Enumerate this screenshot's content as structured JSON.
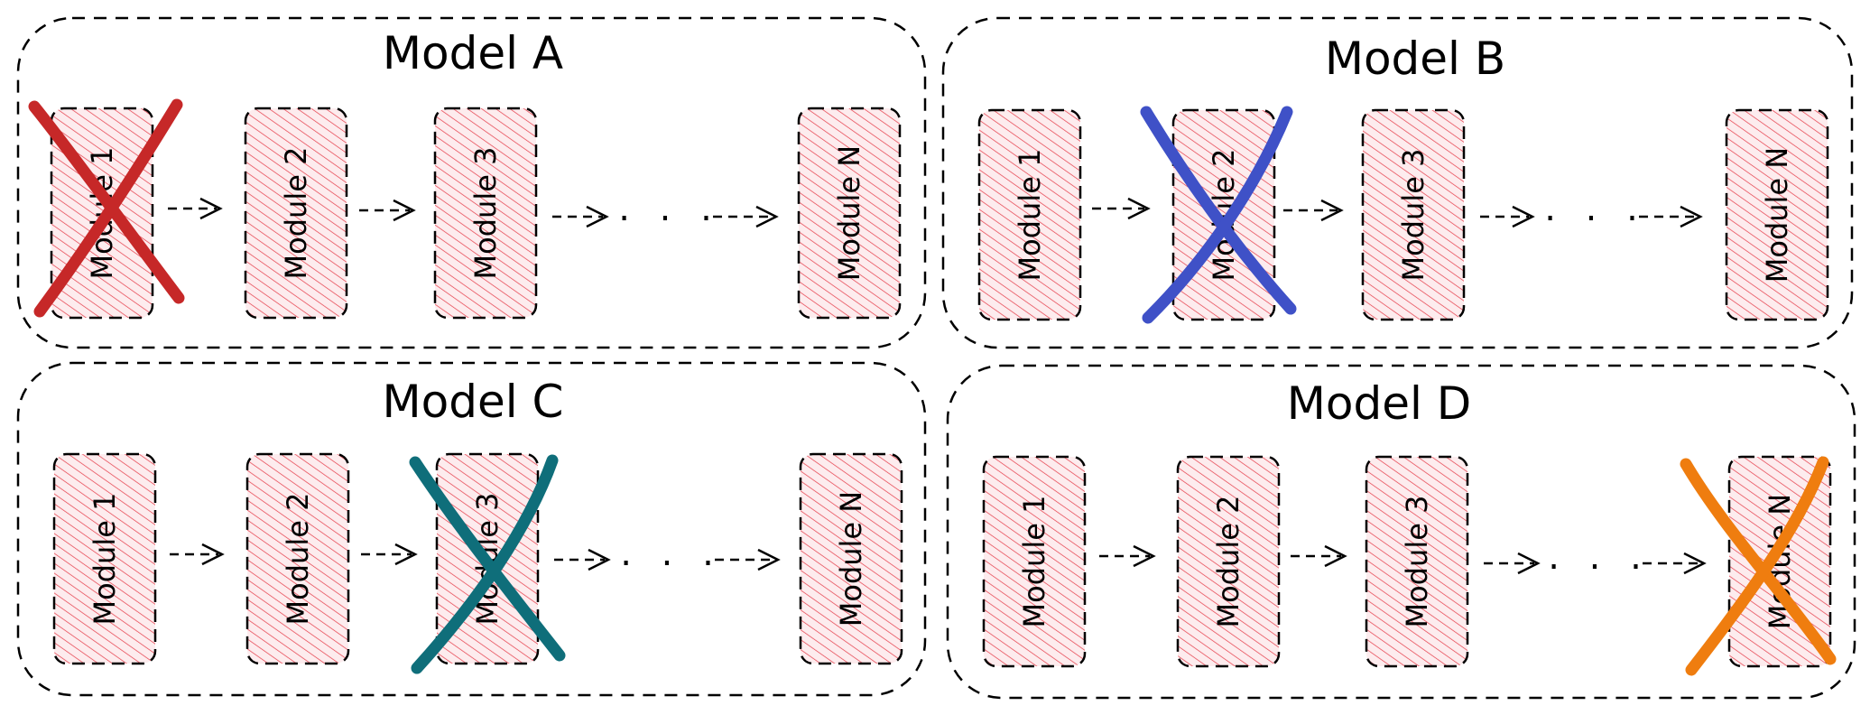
{
  "panels": [
    {
      "title": "Model A",
      "modules": [
        "Module 1",
        "Module 2",
        "Module 3",
        "Module N"
      ],
      "ellipsis": ". . .",
      "crossed_module": 0,
      "cross_color": "#c62828"
    },
    {
      "title": "Model B",
      "modules": [
        "Module 1",
        "Module 2",
        "Module 3",
        "Module N"
      ],
      "ellipsis": ". . .",
      "crossed_module": 1,
      "cross_color": "#3f51c7"
    },
    {
      "title": "Model C",
      "modules": [
        "Module 1",
        "Module 2",
        "Module 3",
        "Module N"
      ],
      "ellipsis": ". . .",
      "crossed_module": 2,
      "cross_color": "#0f6e7a"
    },
    {
      "title": "Model D",
      "modules": [
        "Module 1",
        "Module 2",
        "Module 3",
        "Module N"
      ],
      "ellipsis": ". . .",
      "crossed_module": 3,
      "cross_color": "#ef7d0f"
    }
  ],
  "colors": {
    "module_fill": "#fbe6e8",
    "module_hatch": "#e53946",
    "border": "#000000"
  }
}
